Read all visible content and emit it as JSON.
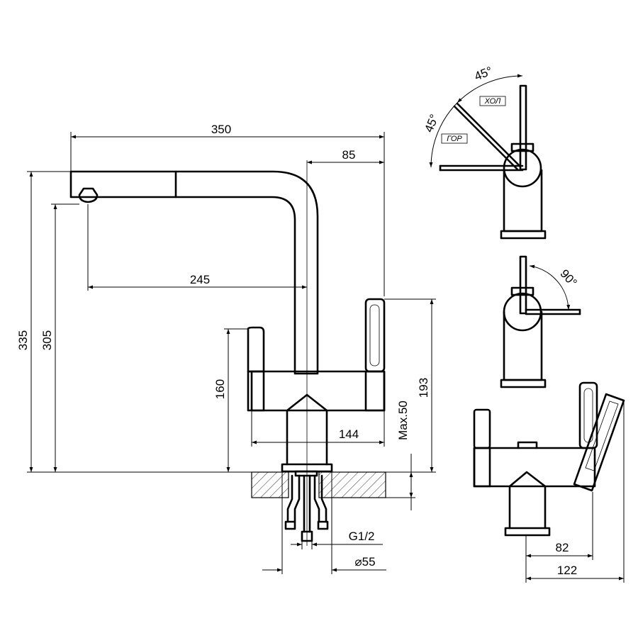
{
  "dimensions": {
    "d350": "350",
    "d85": "85",
    "d245": "245",
    "d335": "335",
    "d305": "305",
    "d160": "160",
    "d193": "193",
    "d144": "144",
    "dmax50": "Max.50",
    "dg12": "G1/2",
    "d55": "⌀55",
    "d82": "82",
    "d122": "122"
  },
  "angles": {
    "a45_top": "45°",
    "a45_left": "45°",
    "a90": "90°"
  },
  "labels": {
    "cold": "ХОЛ",
    "hot": "ГОР"
  }
}
